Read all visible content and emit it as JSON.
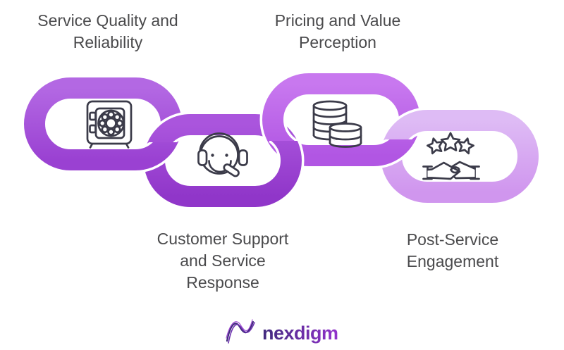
{
  "theme": {
    "link1_0": "#b368e3",
    "link1_1": "#9a41d2",
    "link2_0": "#aa55dd",
    "link2_1": "#9036c9",
    "link3_0": "#c878ef",
    "link3_1": "#b156e3",
    "link4_0": "#debbf5",
    "link4_1": "#d096ee",
    "icon_stroke": "#3b3b49",
    "label_color": "#4a4a4c",
    "logo_0": "#412a7d",
    "logo_mark": "#6b2fae",
    "logo_1": "#9232cc"
  },
  "diagram": {
    "links": [
      {
        "icon": "safe-icon",
        "label_lines": [
          "Service Quality and",
          "Reliability"
        ]
      },
      {
        "icon": "support-agent-icon",
        "label_lines": [
          "Customer Support",
          "and Service",
          "Response"
        ]
      },
      {
        "icon": "coins-icon",
        "label_lines": [
          "Pricing and Value",
          "Perception"
        ]
      },
      {
        "icon": "stars-handshake-icon",
        "label_lines": [
          "Post-Service",
          "Engagement"
        ]
      }
    ]
  },
  "footer": {
    "logo_text": "nexdigm"
  }
}
